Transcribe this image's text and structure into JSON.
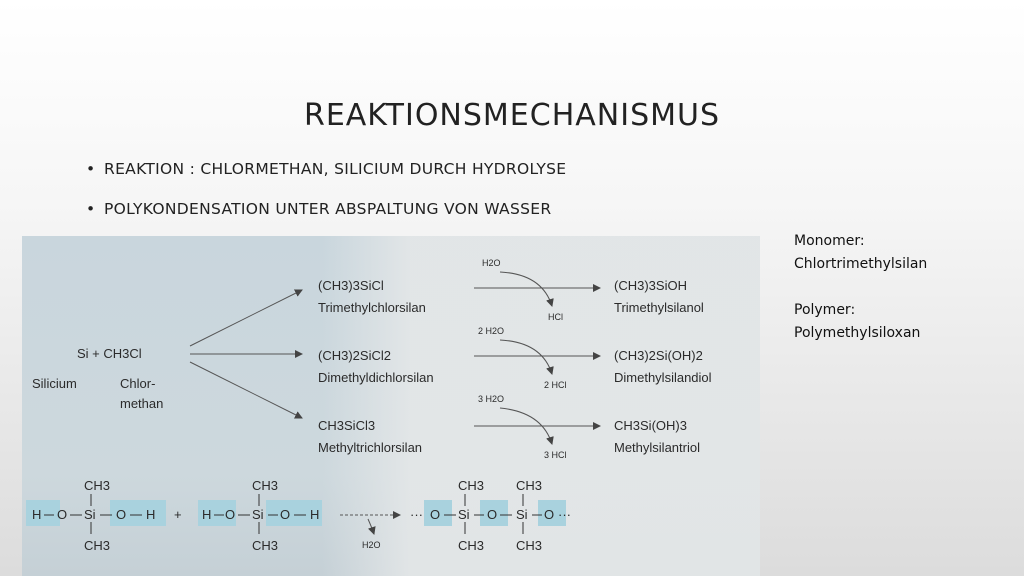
{
  "title": "Reaktionsmechanismus",
  "bullets": [
    "Reaktion : Chlormethan, Silicium durch Hydrolyse",
    "Polykondensation unter Abspaltung von Wasser"
  ],
  "notes": {
    "monomer_label": "Monomer:",
    "monomer_value": "Chlortrimethylsilan",
    "polymer_label": "Polymer:",
    "polymer_value": "Polymethylsiloxan"
  },
  "figure": {
    "reactant": "Si + CH3Cl",
    "reactant_silicium": "Silicium",
    "reactant_chlor": "Chlor-",
    "reactant_methan": "methan",
    "products": [
      {
        "formula": "(CH3)3SiCl",
        "name": "Trimethylchlorsilan",
        "water": "H2O",
        "hcl": "HCl",
        "result_formula": "(CH3)3SiOH",
        "result_name": "Trimethylsilanol"
      },
      {
        "formula": "(CH3)2SiCl2",
        "name": "Dimethyldichlorsilan",
        "water": "2 H2O",
        "hcl": "2 HCl",
        "result_formula": "(CH3)2Si(OH)2",
        "result_name": "Dimethylsilandiol"
      },
      {
        "formula": "CH3SiCl3",
        "name": "Methyltrichlorsilan",
        "water": "3 H2O",
        "hcl": "3 HCl",
        "result_formula": "CH3Si(OH)3",
        "result_name": "Methylsilantriol"
      }
    ],
    "condensation": {
      "methyl": "CH3",
      "h": "H",
      "o": "O",
      "si": "Si",
      "plus": "+",
      "water": "H2O",
      "dots": "···"
    }
  }
}
